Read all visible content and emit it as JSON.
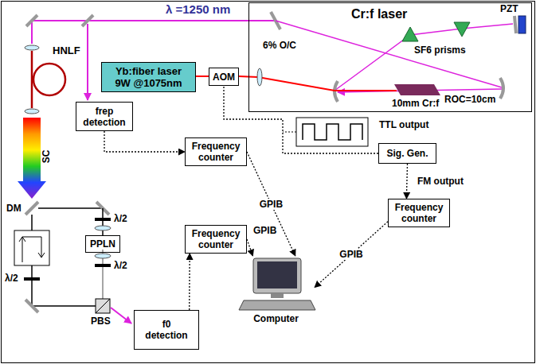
{
  "diagram": {
    "nodes": [
      {
        "text": [
          "Cr:f laser"
        ]
      },
      {
        "text": [
          "Yb:fiber laser 9W @1075nm"
        ]
      },
      {
        "text": [
          "AOM"
        ]
      },
      {
        "text": [
          "frep detection"
        ]
      },
      {
        "text": [
          "Frequency counter"
        ]
      },
      {
        "text": [
          "Sig. Gen."
        ]
      },
      {
        "text": [
          "Frequency counter"
        ]
      },
      {
        "text": [
          "Frequency counter"
        ]
      },
      {
        "text": [
          "PPLN"
        ]
      },
      {
        "text": [
          "f0 detection"
        ]
      },
      {
        "text": [
          "Computer"
        ]
      }
    ],
    "edges": [
      {
        "from": 3,
        "to": 4,
        "arrow": "to"
      },
      {
        "from": 4,
        "to": 10,
        "label": "GPIB",
        "arrow": "to"
      },
      {
        "from": 7,
        "to": 10,
        "label": "GPIB",
        "arrow": "to"
      },
      {
        "from": 6,
        "to": 10,
        "label": "GPIB",
        "arrow": "to"
      },
      {
        "from": 5,
        "to": 6,
        "label": "FM output",
        "arrow": "to"
      },
      {
        "from": 9,
        "to": 7,
        "arrow": "to"
      },
      {
        "from": 5,
        "to": 2,
        "arrow": "none"
      }
    ],
    "labels": [
      "λ =1250 nm",
      "6% O/C",
      "SF6 prisms",
      "PZT",
      "ROC=10cm",
      "10mm Cr:f",
      "HNLF",
      "SC",
      "TTL output",
      "DM",
      "λ/2",
      "λ/2",
      "PBS",
      "λ/2"
    ]
  }
}
